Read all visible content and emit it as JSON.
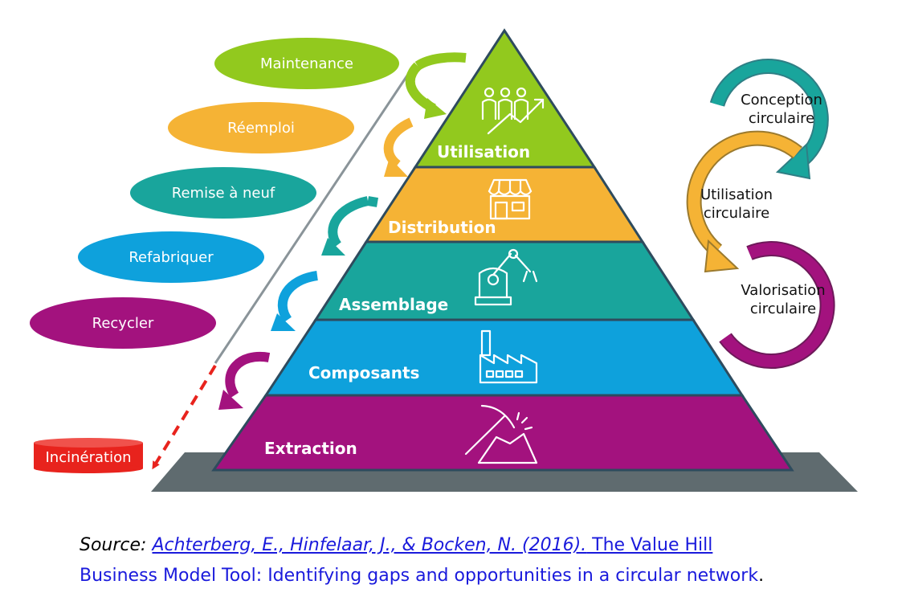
{
  "colors": {
    "green": "#92C91E",
    "orange": "#F5B335",
    "teal": "#19A59C",
    "blue": "#0EA1DC",
    "purple": "#A3127E",
    "red": "#E8231D",
    "base": "#5F6B6F",
    "outline": "#2E4B5E",
    "link": "#1A1ADC"
  },
  "pyramid": {
    "tiers": [
      {
        "label": "Utilisation",
        "icon": "people-growth-icon",
        "color": "#92C91E"
      },
      {
        "label": "Distribution",
        "icon": "shop-icon",
        "color": "#F5B335"
      },
      {
        "label": "Assemblage",
        "icon": "robot-arm-icon",
        "color": "#19A59C"
      },
      {
        "label": "Composants",
        "icon": "factory-icon",
        "color": "#0EA1DC"
      },
      {
        "label": "Extraction",
        "icon": "pickaxe-icon",
        "color": "#A3127E"
      }
    ]
  },
  "strategies": [
    {
      "label": "Maintenance",
      "color": "#92C91E"
    },
    {
      "label": "Réemploi",
      "color": "#F5B335"
    },
    {
      "label": "Remise à neuf",
      "color": "#19A59C"
    },
    {
      "label": "Refabriquer",
      "color": "#0EA1DC"
    },
    {
      "label": "Recycler",
      "color": "#A3127E"
    }
  ],
  "incineration": {
    "label": "Incinération",
    "color": "#E8231D"
  },
  "cycle": [
    {
      "line1": "Conception",
      "line2": "circulaire",
      "color": "#19A59C"
    },
    {
      "line1": "Utilisation",
      "line2": "circulaire",
      "color": "#F5B335"
    },
    {
      "line1": "Valorisation",
      "line2": "circulaire",
      "color": "#A3127E"
    }
  ],
  "source": {
    "prefix": "Source: ",
    "authors": "Achterberg, E., Hinfelaar, J., & Bocken, N. (2016).",
    "title_part1": " The Value Hill",
    "title_part2": "Business Model Tool: Identifying gaps and opportunities in a circular network",
    "suffix": "."
  }
}
